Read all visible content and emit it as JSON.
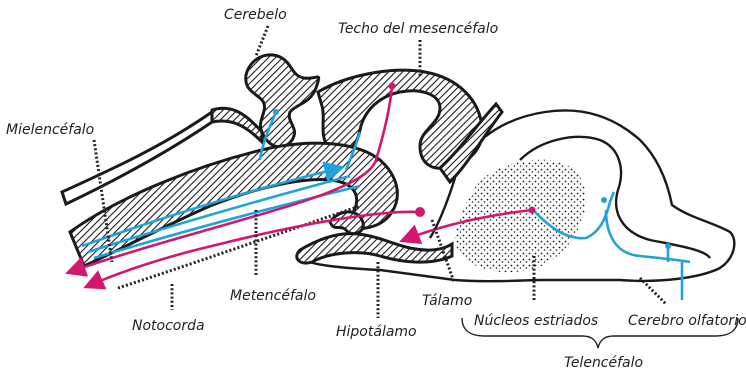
{
  "labels": {
    "cerebelo": "Cerebelo",
    "techo": "Techo del mesencéfalo",
    "mielencefalo": "Mielencéfalo",
    "metencefalo": "Metencéfalo",
    "notocorda": "Notocorda",
    "hipotalamo": "Hipotálamo",
    "talamo": "Tálamo",
    "nucleos": "Núcleos estriados",
    "olfatorio": "Cerebro olfatorio",
    "telencefalo": "Telencéfalo"
  },
  "colors": {
    "pathway_blue": "#1fa3d8",
    "pathway_magenta": "#d2186e",
    "outline": "#1a1a1a"
  }
}
